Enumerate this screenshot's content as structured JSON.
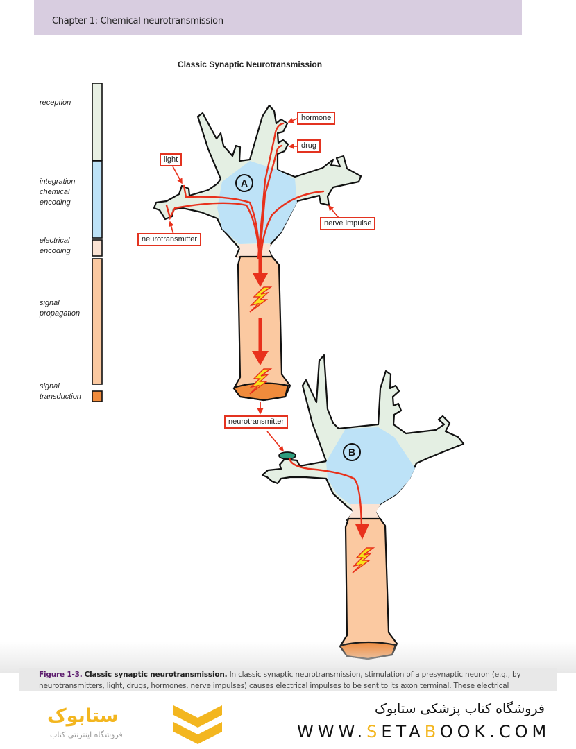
{
  "header": {
    "chapter_title": "Chapter 1: Chemical neurotransmission"
  },
  "figure": {
    "title": "Classic Synaptic Neurotransmission",
    "neuron_labels": {
      "a": "A",
      "b": "B"
    },
    "stages": [
      {
        "label_line1": "reception",
        "label_line2": "",
        "label_line3": "",
        "color": "#e8f0e4"
      },
      {
        "label_line1": "integration",
        "label_line2": "chemical",
        "label_line3": "encoding",
        "color": "#bde2f7"
      },
      {
        "label_line1": "electrical",
        "label_line2": "encoding",
        "label_line3": "",
        "color": "#fbe3d3"
      },
      {
        "label_line1": "signal",
        "label_line2": "propagation",
        "label_line3": "",
        "color": "#fbc9a1"
      },
      {
        "label_line1": "signal",
        "label_line2": "transduction",
        "label_line3": "",
        "color": "#f08b3c"
      }
    ],
    "callouts": {
      "hormone": "hormone",
      "drug": "drug",
      "light": "light",
      "nerve_impulse": "nerve impulse",
      "neurotransmitter_a": "neurotransmitter",
      "neurotransmitter_b": "neurotransmitter"
    },
    "colors": {
      "dendrite": "#e4efe3",
      "soma": "#bde2f7",
      "axon": "#fbc9a1",
      "terminal": "#f08b3c",
      "signal_red": "#e8311c",
      "bolt_yellow": "#f7e21c",
      "receptor_teal": "#2e9d7e"
    }
  },
  "caption": {
    "figure_number": "Figure 1-3.",
    "figure_title": "Classic synaptic neurotransmission.",
    "text": "In classic synaptic neurotransmission, stimulation of a presynaptic neuron (e.g., by neurotransmitters, light, drugs, hormones, nerve impulses) causes electrical impulses to be sent to its axon terminal. These electrical impulses"
  },
  "footer": {
    "store_name": "فروشگاه کتاب پزشکی ستابوک",
    "url_part1": "WWW.",
    "url_hl1": "S",
    "url_part2": "ETA",
    "url_hl2": "B",
    "url_part3": "OOK.COM",
    "logo_text": "ستابوک",
    "logo_subtext": "فروشگاه اینترنتی کتاب"
  }
}
